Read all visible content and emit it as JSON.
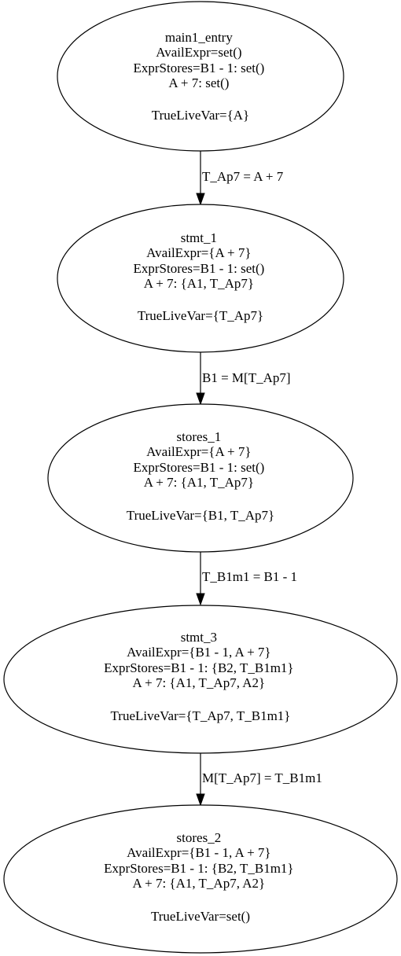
{
  "nodes": [
    {
      "id": "main1_entry",
      "lines": [
        "main1_entry",
        "AvailExpr=set()",
        "ExprStores=B1 - 1: set()",
        "A + 7: set()",
        "",
        "TrueLiveVar={A}"
      ]
    },
    {
      "id": "stmt_1",
      "lines": [
        "stmt_1",
        "AvailExpr={A + 7}",
        "ExprStores=B1 - 1: set()",
        "A + 7: {A1, T_Ap7}",
        "",
        "TrueLiveVar={T_Ap7}"
      ]
    },
    {
      "id": "stores_1",
      "lines": [
        "stores_1",
        "AvailExpr={A + 7}",
        "ExprStores=B1 - 1: set()",
        "A + 7: {A1, T_Ap7}",
        "",
        "TrueLiveVar={B1, T_Ap7}"
      ]
    },
    {
      "id": "stmt_3",
      "lines": [
        "stmt_3",
        "AvailExpr={B1 - 1, A + 7}",
        "ExprStores=B1 - 1: {B2, T_B1m1}",
        "A + 7: {A1, T_Ap7, A2}",
        "",
        "TrueLiveVar={T_Ap7, T_B1m1}"
      ]
    },
    {
      "id": "stores_2",
      "lines": [
        "stores_2",
        "AvailExpr={B1 - 1, A + 7}",
        "ExprStores=B1 - 1: {B2, T_B1m1}",
        "A + 7: {A1, T_Ap7, A2}",
        "",
        "TrueLiveVar=set()"
      ]
    }
  ],
  "edges": [
    {
      "from": "main1_entry",
      "to": "stmt_1",
      "label": "T_Ap7 = A + 7"
    },
    {
      "from": "stmt_1",
      "to": "stores_1",
      "label": "B1 = M[T_Ap7]"
    },
    {
      "from": "stores_1",
      "to": "stmt_3",
      "label": "T_B1m1 = B1 - 1"
    },
    {
      "from": "stmt_3",
      "to": "stores_2",
      "label": "M[T_Ap7] = T_B1m1"
    }
  ]
}
